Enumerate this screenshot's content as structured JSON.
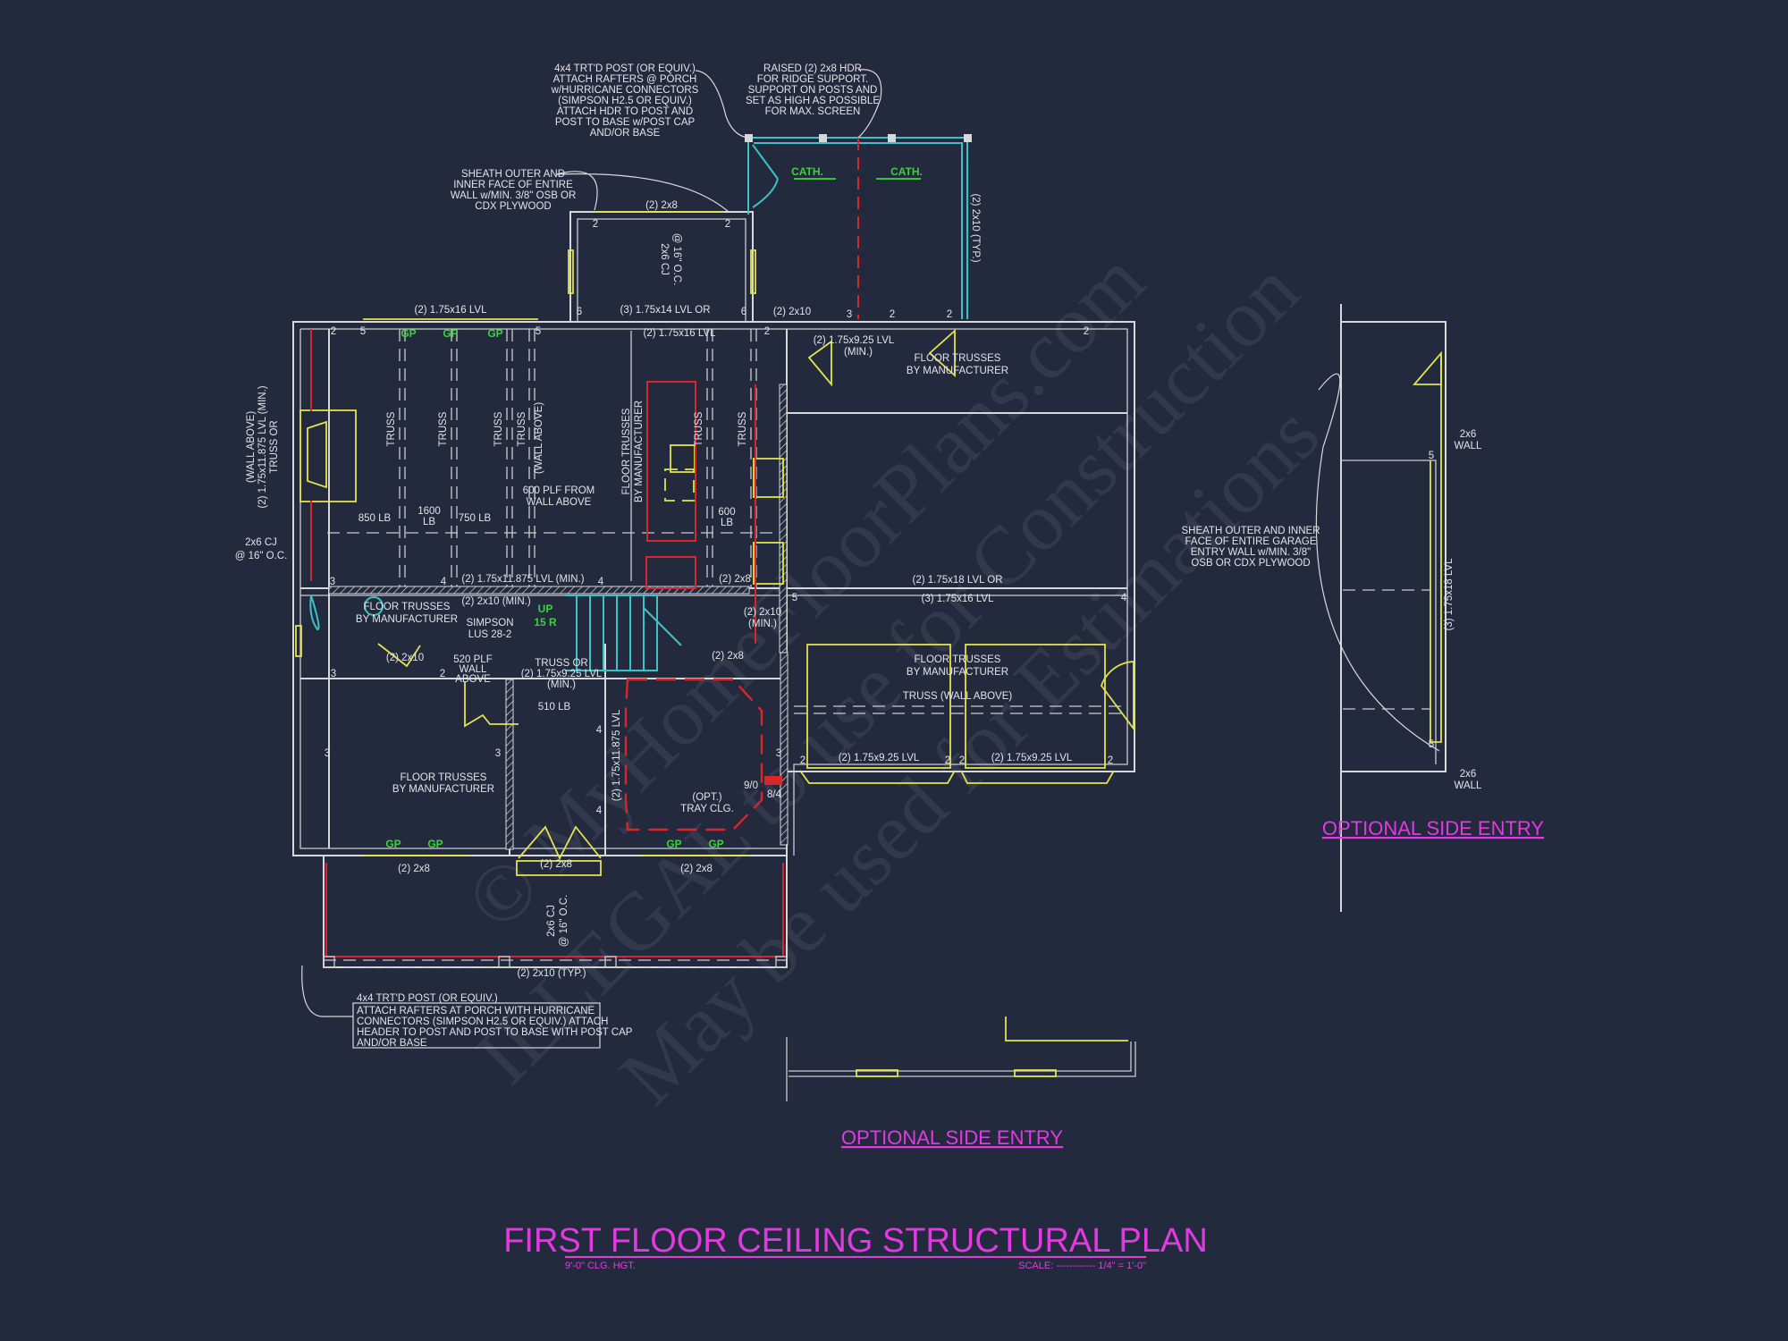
{
  "drawing": {
    "title": "FIRST FLOOR CEILING STRUCTURAL PLAN",
    "ceiling_height": "9'-0\" CLG. HGT.",
    "scale": "SCALE: ------------ 1/4\" = 1'-0\"",
    "optional_side_entry_right": "OPTIONAL SIDE ENTRY",
    "optional_side_entry_bottom": "OPTIONAL SIDE ENTRY"
  },
  "colors": {
    "background": "#232a3e",
    "walls": "#d6d8dc",
    "beams": "#e3e34a",
    "screen_porch": "#39c3c9",
    "ridge_and_porch": "#d8262c",
    "labels_green": "#3ad23c",
    "title": "#e03ae0"
  },
  "watermark": [
    "© MyHomeFloorPlans.com",
    "ILLEGAL to use for Construction",
    "May be used for Estimations"
  ],
  "notes": {
    "porch_post_top": [
      "4x4 TRT'D POST (OR EQUIV.)",
      "ATTACH RAFTERS @ PORCH",
      "w/HURRICANE CONNECTORS",
      "(SIMPSON H2.5 OR EQUIV.)",
      "ATTACH HDR TO POST AND",
      "POST TO BASE w/POST CAP",
      "AND/OR BASE"
    ],
    "ridge_header": [
      "RAISED (2) 2x8 HDR",
      "FOR RIDGE SUPPORT.",
      "SUPPORT ON POSTS AND",
      "SET AS HIGH AS POSSIBLE",
      "FOR MAX. SCREEN"
    ],
    "sheath_wall": [
      "SHEATH OUTER AND",
      "INNER FACE OF ENTIRE",
      "WALL w/MIN. 3/8\" OSB OR",
      "CDX PLYWOOD"
    ],
    "porch_post_bottom": [
      "4x4 TRT'D POST (OR EQUIV.)",
      "ATTACH RAFTERS AT PORCH WITH HURRICANE",
      "CONNECTORS (SIMPSON H2.5 OR EQUIV.) ATTACH",
      "HEADER TO POST AND POST TO BASE WITH POST CAP",
      "AND/OR BASE"
    ],
    "sheath_garage": [
      "SHEATH OUTER AND INNER",
      "FACE OF ENTIRE GARAGE",
      "ENTRY WALL w/MIN. 3/8\"",
      "OSB OR CDX PLYWOOD"
    ],
    "ceiling_joists": [
      "2x6 CJ",
      "@ 16\" O.C."
    ],
    "porch_joists": [
      "2x6 CJ",
      "@ 16\" O.C."
    ],
    "bay_joists": [
      "2x6 CJ",
      "@ 16\" O.C."
    ]
  },
  "labels": {
    "cath_left": "CATH.",
    "cath_right": "CATH.",
    "bay_header": "(2) 2x8",
    "screen_header": "(2) 2x10 (TYP.)",
    "front_lvl_left": "(2) 1.75x16 LVL",
    "front_lvl_mid": "(3) 1.75x14 LVL OR",
    "front_lvl_mid2": "(2) 1.75x16 LVL",
    "header_2x10_top": "(2) 2x10",
    "lvl_925_min": [
      "(2) 1.75x9.25 LVL",
      "(MIN.)"
    ],
    "floor_trusses_top_right": [
      "FLOOR TRUSSES",
      "BY MANUFACTURER"
    ],
    "truss": "TRUSS",
    "wall_above": "(WALL ABOVE)",
    "floor_trusses_vertical": [
      "FLOOR TRUSSES",
      "BY MANUFACTURER"
    ],
    "left_beam": [
      "(WALL ABOVE)",
      "(2) 1.75x11.875 LVL (MIN.)",
      "TRUSS OR"
    ],
    "plf_600": [
      "600 PLF FROM",
      "WALL ABOVE"
    ],
    "load_850": "850 LB",
    "load_1600": [
      "1600",
      "LB"
    ],
    "load_750": "750 LB",
    "load_600": [
      "600",
      "LB"
    ],
    "load_510": "510 LB",
    "mid_lvl": "(2) 1.75x11.875 LVL (MIN.)",
    "garage_lvl_a": "(2) 1.75x18 LVL OR",
    "garage_lvl_b": "(3) 1.75x16 LVL",
    "header_2x8_a": "(2) 2x8",
    "header_2x8_b": "(2) 2x8",
    "stair_2x10": "(2) 2x10 (MIN.)",
    "simpson": [
      "SIMPSON",
      "LUS 28-2"
    ],
    "stair_up": [
      "UP",
      "15 R"
    ],
    "floor_trusses_bath": [
      "FLOOR TRUSSES",
      "BY MANUFACTURER"
    ],
    "pantry_2x10": [
      "(2) 2x10",
      "(MIN.)"
    ],
    "closet_2x10": "(2) 2x10",
    "plf_520": [
      "520 PLF",
      "WALL",
      "ABOVE"
    ],
    "truss_or": [
      "TRUSS OR",
      "(2) 1.75x9.25 LVL",
      "(MIN.)"
    ],
    "floor_trusses_garage": [
      "FLOOR TRUSSES",
      "BY MANUFACTURER"
    ],
    "truss_wall_above": "TRUSS (WALL ABOVE)",
    "garage_door_lvl_1": "(2) 1.75x9.25 LVL",
    "garage_door_lvl_2": "(2) 1.75x9.25 LVL",
    "dining_lvl_vertical": "(2) 1.75x11.875 LVL",
    "floor_trusses_front": [
      "FLOOR TRUSSES",
      "BY MANUFACTURER"
    ],
    "tray_ceiling": [
      "(OPT.)",
      "TRAY CLG."
    ],
    "door_9_0": "9/0",
    "door_8_4": "8/4",
    "gp": "GP",
    "front_2x8_left": "(2) 2x8",
    "front_2x8_mid": "(2) 2x8",
    "front_2x8_right": "(2) 2x8",
    "porch_beam": "(2) 2x10 (TYP.)",
    "side_lvl_vertical": "(3) 1.75x18 LVL",
    "wall_2x6_top": [
      "2x6",
      "WALL"
    ],
    "wall_2x6_bottom": [
      "2x6",
      "WALL"
    ]
  },
  "bearing_marks": [
    "2",
    "3",
    "4",
    "5",
    "6"
  ]
}
